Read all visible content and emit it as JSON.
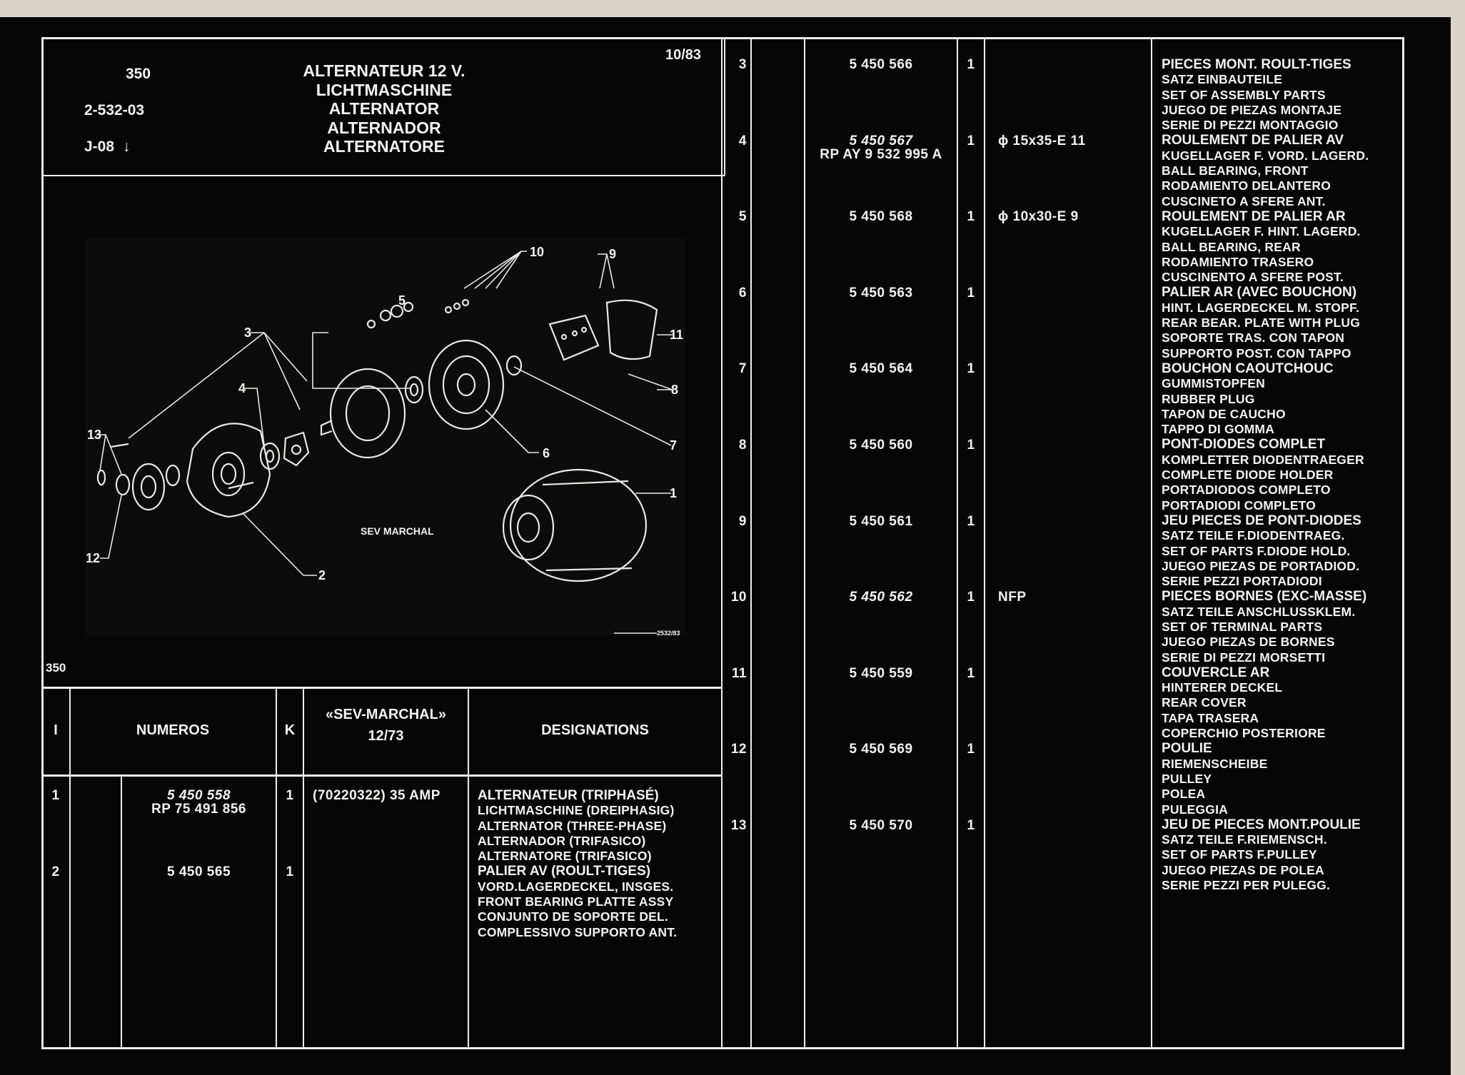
{
  "header": {
    "page_no": "350",
    "ref": "2-532-03",
    "ref2": "J-08",
    "arrow": "↓",
    "date": "10/83",
    "titles": [
      "ALTERNATEUR 12 V.",
      "LICHTMASCHINE",
      "ALTERNATOR",
      "ALTERNADOR",
      "ALTERNATORE"
    ]
  },
  "diagram": {
    "brand": "SEV MARCHAL",
    "ref": "2532/83",
    "callouts": [
      "1",
      "2",
      "3",
      "4",
      "5",
      "6",
      "7",
      "8",
      "9",
      "10",
      "11",
      "12",
      "13"
    ]
  },
  "page_label": "350",
  "table_header": {
    "col_i": "I",
    "col_numeros": "NUMEROS",
    "col_k": "K",
    "col_maker": "«SEV-MARCHAL»",
    "col_maker_date": "12/73",
    "col_designations": "DESIGNATIONS"
  },
  "left_rows": [
    {
      "item": "1",
      "number": "5 450 558",
      "italic": true,
      "alt": "RP 75 491 856",
      "qty": "1",
      "note": "(70220322) 35 AMP"
    },
    {
      "item": "2",
      "number": "5 450 565",
      "italic": false,
      "alt": "",
      "qty": "1",
      "note": ""
    }
  ],
  "left_designations": [
    [
      "ALTERNATEUR (TRIPHASÉ)",
      "LICHTMASCHINE (DREIPHASIG)",
      "ALTERNATOR (THREE-PHASE)",
      "ALTERNADOR (TRIFASICO)",
      "ALTERNATORE (TRIFASICO)"
    ],
    [
      "PALIER AV (ROULT-TIGES)",
      "VORD.LAGERDECKEL, INSGES.",
      "FRONT BEARING PLATTE ASSY",
      "CONJUNTO DE SOPORTE DEL.",
      "COMPLESSIVO SUPPORTO ANT."
    ]
  ],
  "right_rows": [
    {
      "item": "3",
      "number": "5 450 566",
      "italic": false,
      "alt": "",
      "qty": "1",
      "note": "",
      "designation": [
        "PIECES MONT. ROULT-TIGES",
        "SATZ EINBAUTEILE",
        "SET OF ASSEMBLY PARTS",
        "JUEGO DE PIEZAS MONTAJE",
        "SERIE DI PEZZI MONTAGGIO"
      ]
    },
    {
      "item": "4",
      "number": "5 450 567",
      "italic": true,
      "alt": "RP AY 9 532 995 A",
      "qty": "1",
      "note": "ϕ 15x35-E 11",
      "designation": [
        "ROULEMENT DE PALIER AV",
        "KUGELLAGER F. VORD. LAGERD.",
        "BALL BEARING, FRONT",
        "RODAMIENTO DELANTERO",
        "CUSCINETO A SFERE ANT."
      ]
    },
    {
      "item": "5",
      "number": "5 450 568",
      "italic": false,
      "alt": "",
      "qty": "1",
      "note": "ϕ 10x30-E 9",
      "designation": [
        "ROULEMENT DE PALIER AR",
        "KUGELLAGER F. HINT. LAGERD.",
        "BALL BEARING, REAR",
        "RODAMIENTO TRASERO",
        "CUSCINENTO A SFERE POST."
      ]
    },
    {
      "item": "6",
      "number": "5 450 563",
      "italic": false,
      "alt": "",
      "qty": "1",
      "note": "",
      "designation": [
        "PALIER AR (AVEC BOUCHON)",
        "HINT. LAGERDECKEL M. STOPF.",
        "REAR BEAR. PLATE WITH PLUG",
        "SOPORTE TRAS. CON TAPON",
        "SUPPORTO POST. CON TAPPO"
      ]
    },
    {
      "item": "7",
      "number": "5 450 564",
      "italic": false,
      "alt": "",
      "qty": "1",
      "note": "",
      "designation": [
        "BOUCHON CAOUTCHOUC",
        "GUMMISTOPFEN",
        "RUBBER PLUG",
        "TAPON DE CAUCHO",
        "TAPPO DI GOMMA"
      ]
    },
    {
      "item": "8",
      "number": "5 450 560",
      "italic": false,
      "alt": "",
      "qty": "1",
      "note": "",
      "designation": [
        "PONT-DIODES COMPLET",
        "KOMPLETTER DIODENTRAEGER",
        "COMPLETE DIODE HOLDER",
        "PORTADIODOS COMPLETO",
        "PORTADIODI COMPLETO"
      ]
    },
    {
      "item": "9",
      "number": "5 450 561",
      "italic": false,
      "alt": "",
      "qty": "1",
      "note": "",
      "designation": [
        "JEU PIECES DE PONT-DIODES",
        "SATZ TEILE F.DIODENTRAEG.",
        "SET OF PARTS F.DIODE HOLD.",
        "JUEGO PIEZAS DE PORTADIOD.",
        "SERIE PEZZI PORTADIODI"
      ]
    },
    {
      "item": "10",
      "number": "5 450 562",
      "italic": true,
      "alt": "",
      "qty": "1",
      "note": "NFP",
      "designation": [
        "PIECES BORNES (EXC-MASSE)",
        "SATZ TEILE ANSCHLUSSKLEM.",
        "SET OF TERMINAL PARTS",
        "JUEGO PIEZAS DE BORNES",
        "SERIE DI PEZZI MORSETTI"
      ]
    },
    {
      "item": "11",
      "number": "5 450 559",
      "italic": false,
      "alt": "",
      "qty": "1",
      "note": "",
      "designation": [
        "COUVERCLE AR",
        "HINTERER DECKEL",
        "REAR COVER",
        "TAPA TRASERA",
        "COPERCHIO POSTERIORE"
      ]
    },
    {
      "item": "12",
      "number": "5 450 569",
      "italic": false,
      "alt": "",
      "qty": "1",
      "note": "",
      "designation": [
        "POULIE",
        "RIEMENSCHEIBE",
        "PULLEY",
        "POLEA",
        "PULEGGIA"
      ]
    },
    {
      "item": "13",
      "number": "5 450 570",
      "italic": false,
      "alt": "",
      "qty": "1",
      "note": "",
      "designation": [
        "JEU DE PIECES MONT.POULIE",
        "SATZ TEILE F.RIEMENSCH.",
        "SET OF PARTS F.PULLEY",
        "JUEGO PIEZAS DE POLEA",
        "SERIE PEZZI PER PULEGG."
      ]
    }
  ]
}
